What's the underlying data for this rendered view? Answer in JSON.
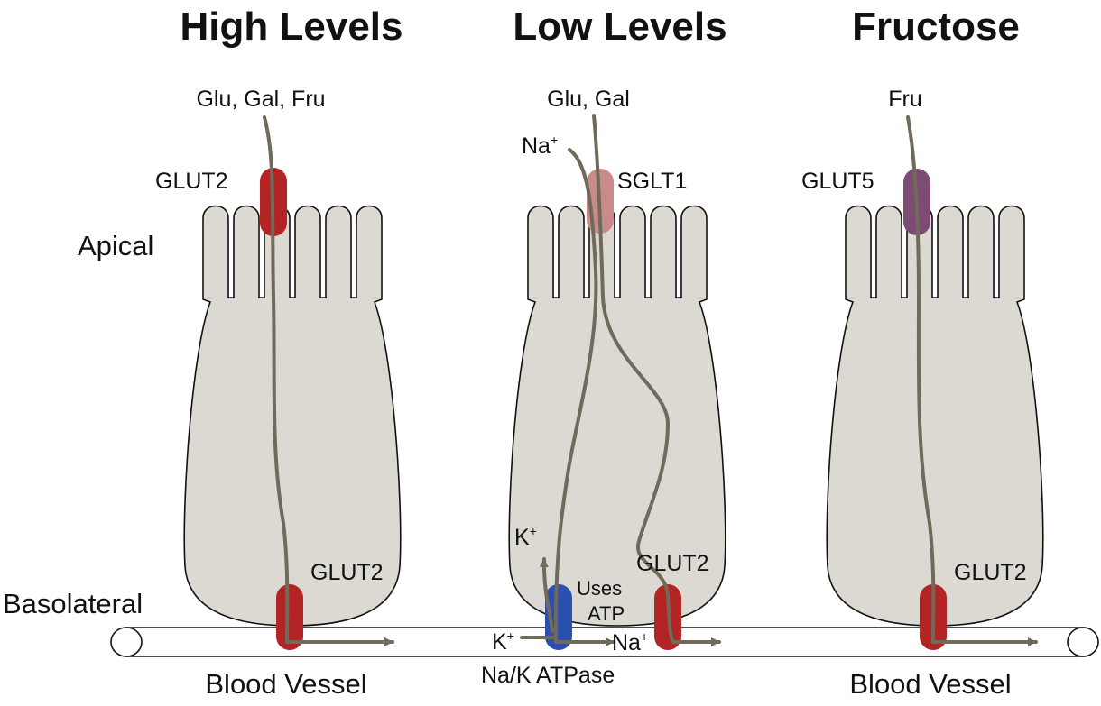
{
  "columns": {
    "high": {
      "title": "High Levels",
      "substrates": "Glu, Gal, Fru",
      "apical_transporter": "GLUT2",
      "basal_transporter": "GLUT2",
      "vessel_label": "Blood Vessel"
    },
    "low": {
      "title": "Low Levels",
      "substrates": "Glu, Gal",
      "sodium_in": "Na",
      "apical_transporter": "SGLT1",
      "basal_transporter": "GLUT2",
      "potassium_out": "K",
      "potassium_in": "K",
      "sodium_out": "Na",
      "pump_note_line1": "Uses",
      "pump_note_line2": "ATP",
      "pump_label": "Na/K ATPase",
      "ion_charge": "+"
    },
    "fructose": {
      "title": "Fructose",
      "substrates": "Fru",
      "apical_transporter": "GLUT5",
      "basal_transporter": "GLUT2",
      "vessel_label": "Blood Vessel"
    }
  },
  "side_labels": {
    "apical": "Apical",
    "basolateral": "Basolateral"
  },
  "colors": {
    "cell_fill": "#dcd9d3",
    "glut2": "#b32424",
    "sglt1": "#c98a8a",
    "glut5": "#7d4b74",
    "na_k_atpase": "#2a4fae",
    "transport_path": "#6f6a5a"
  }
}
